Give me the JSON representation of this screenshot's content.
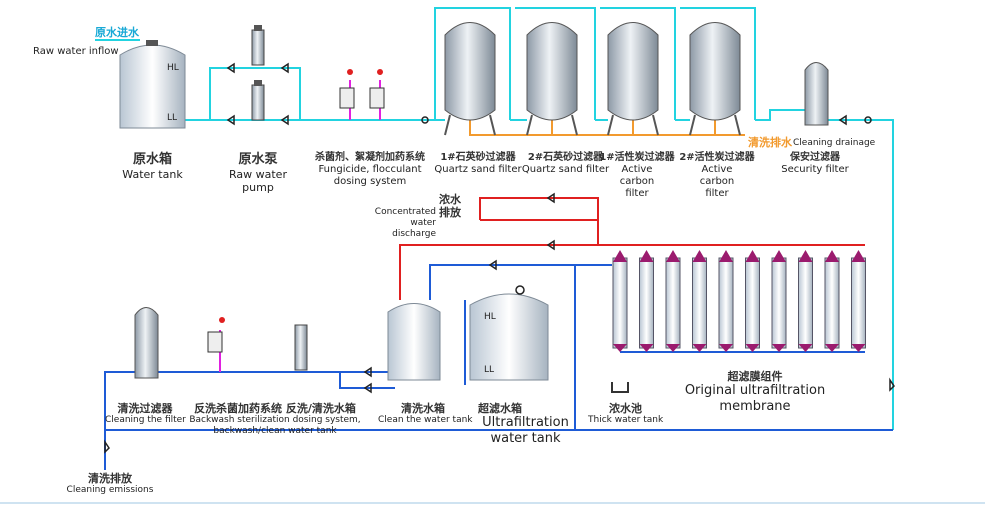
{
  "colors": {
    "raw_water": "#22d3e0",
    "concentrate": "#e02020",
    "drain": "#f29a2e",
    "clean_water": "#1e5bd6"
  },
  "labels": {
    "raw_water_inflow_cn": "原水进水",
    "raw_water_inflow_en": "Raw water inflow",
    "water_tank_cn": "原水箱",
    "water_tank_en": "Water tank",
    "pump_cn": "原水泵",
    "pump_en": "Raw water pump",
    "dosing_cn": "杀菌剂、絮凝剂加药系统",
    "dosing_en": "Fungicide, flocculant dosing system",
    "sand1_cn": "1#石英砂过滤器",
    "sand1_en": "Quartz sand filter",
    "sand2_cn": "2#石英砂过滤器",
    "sand2_en": "Quartz sand filter",
    "carbon1_cn": "1#活性炭过滤器",
    "carbon1_en": "Active carbon filter",
    "carbon2_cn": "2#活性炭过滤器",
    "carbon2_en": "Active carbon filter",
    "drain_cn": "清洗排水",
    "drain_en": "Cleaning drainage",
    "security_cn": "保安过滤器",
    "security_en": "Security filter",
    "concentrate_cn": "浓水排放",
    "concentrate_en": "Concentrated water discharge",
    "uf_module_cn": "超滤膜组件",
    "uf_module_en": "Original ultrafiltration membrane",
    "thick_tank_cn": "浓水池",
    "thick_tank_en": "Thick water tank",
    "uf_tank_cn": "超滤水箱",
    "uf_tank_en": "Ultrafiltration water tank",
    "clean_tank_cn": "清洗水箱",
    "clean_tank_en": "Clean the water tank",
    "backwash_cn": "反洗杀菌加药系统 反洗/清洗水箱",
    "backwash_en": "Backwash sterilization dosing system, backwash/clean water tank",
    "clean_filter_cn": "清洗过滤器",
    "clean_filter_en": "Cleaning the filter",
    "emission_cn": "清洗排放",
    "emission_en": "Cleaning emissions",
    "tank_hl": "HL",
    "tank_ll": "LL"
  }
}
